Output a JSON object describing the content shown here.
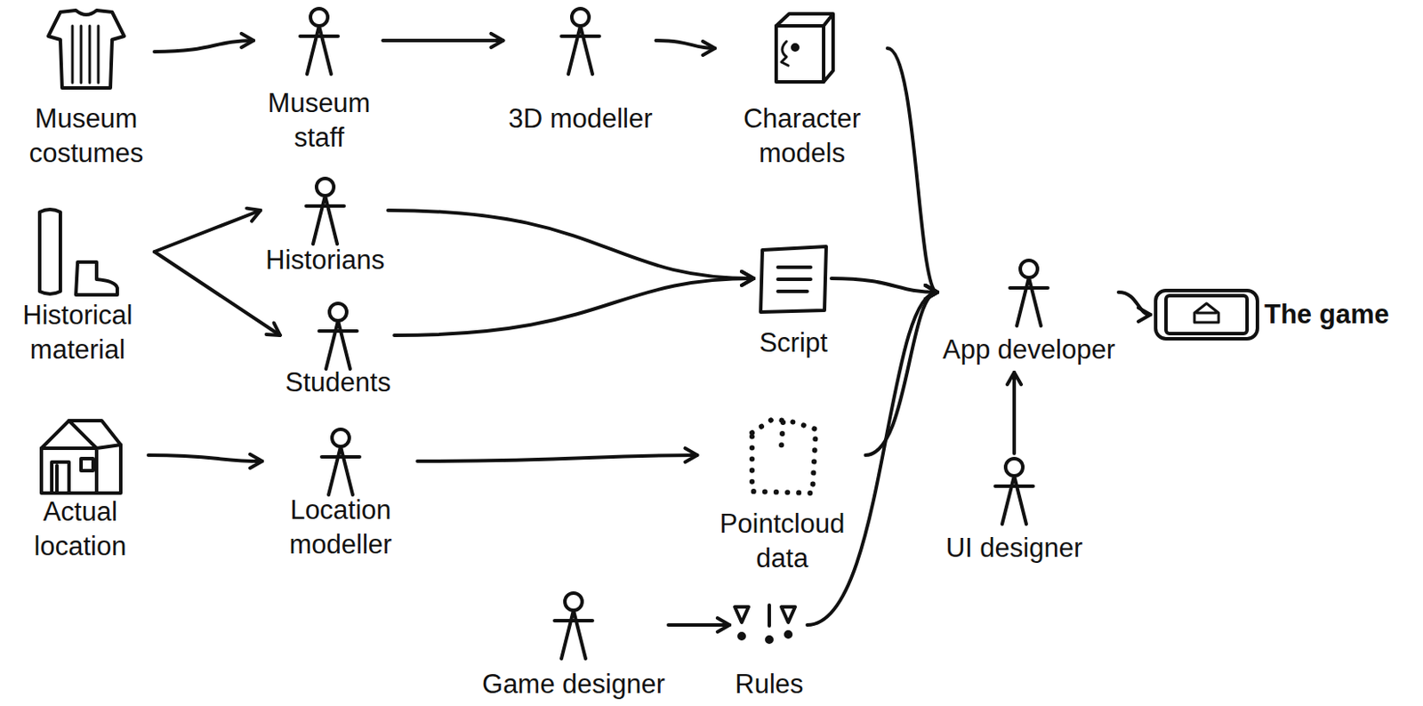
{
  "diagram": {
    "nodes": [
      {
        "text": [
          "Museum costumes"
        ]
      },
      {
        "text": [
          "Museum staff"
        ]
      },
      {
        "text": [
          "3D modeller"
        ]
      },
      {
        "text": [
          "Character models"
        ]
      },
      {
        "text": [
          "Historians"
        ]
      },
      {
        "text": [
          "Historical material"
        ]
      },
      {
        "text": [
          "Students"
        ]
      },
      {
        "text": [
          "Script"
        ]
      },
      {
        "text": [
          "App developer"
        ]
      },
      {
        "text": [
          "The game"
        ]
      },
      {
        "text": [
          "Actual location"
        ]
      },
      {
        "text": [
          "Location modeller"
        ]
      },
      {
        "text": [
          "Pointcloud data"
        ]
      },
      {
        "text": [
          "UI designer"
        ]
      },
      {
        "text": [
          "Game designer"
        ]
      },
      {
        "text": [
          "Rules"
        ]
      }
    ],
    "edges": [
      {
        "from": 0,
        "to": 1,
        "arrow": "to"
      },
      {
        "from": 1,
        "to": 2,
        "arrow": "to"
      },
      {
        "from": 2,
        "to": 3,
        "arrow": "to"
      },
      {
        "from": 5,
        "to": 4,
        "arrow": "to"
      },
      {
        "from": 5,
        "to": 6,
        "arrow": "to"
      },
      {
        "from": 4,
        "to": 7,
        "arrow": "to"
      },
      {
        "from": 6,
        "to": 7,
        "arrow": "to"
      },
      {
        "from": 3,
        "to": 8,
        "arrow": "to"
      },
      {
        "from": 7,
        "to": 8,
        "arrow": "to"
      },
      {
        "from": 12,
        "to": 8,
        "arrow": "to"
      },
      {
        "from": 15,
        "to": 8,
        "arrow": "to"
      },
      {
        "from": 13,
        "to": 8,
        "arrow": "to"
      },
      {
        "from": 8,
        "to": 9,
        "arrow": "to"
      },
      {
        "from": 10,
        "to": 11,
        "arrow": "to"
      },
      {
        "from": 11,
        "to": 12,
        "arrow": "to"
      },
      {
        "from": 14,
        "to": 15,
        "arrow": "to"
      }
    ]
  }
}
